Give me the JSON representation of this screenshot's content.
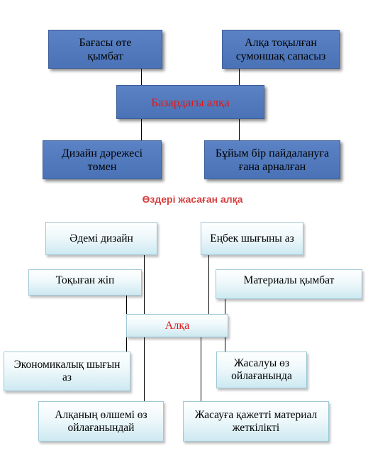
{
  "top_diagram": {
    "center": "Базардағы алқа",
    "boxes": [
      "Бағасы өте қымбат",
      "Алқа тоқылған сумоншақ сапасыз",
      "Дизайн дәрежесі төмен",
      "Бұйым бір пайдалануға ғана арналған"
    ]
  },
  "bottom_heading": "Өздері жасаған алқа",
  "bottom_diagram": {
    "center": "Алқа",
    "boxes": [
      "Әдемі дизайн",
      "Еңбек шығыны аз",
      "Тоқыған жіп",
      "Материалы қымбат",
      "Экономикалық шығын аз",
      "Жасалуы өз ойлағанында",
      "Алқаның өлшемі өз ойлағанындай",
      "Жасауға қажетті материал жеткілікті"
    ]
  }
}
